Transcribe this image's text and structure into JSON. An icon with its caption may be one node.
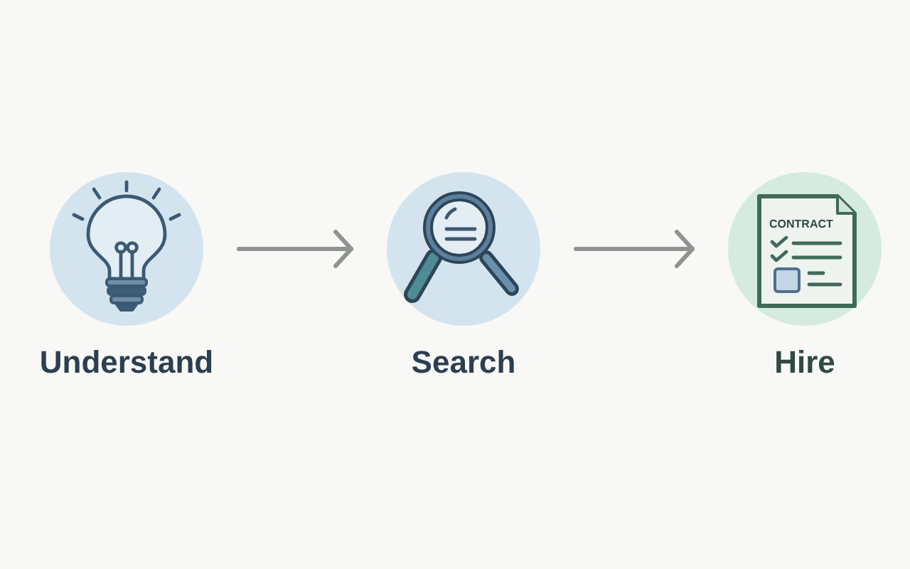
{
  "diagram": {
    "nodes": [
      {
        "text": [
          "Understand"
        ]
      },
      {
        "text": [
          "Search"
        ]
      },
      {
        "text": [
          "Hire"
        ]
      }
    ],
    "edges": [
      {
        "from": 0,
        "to": 1,
        "arrow": "to"
      },
      {
        "from": 1,
        "to": 2,
        "arrow": "to"
      }
    ],
    "labels": [
      "CONTRACT"
    ]
  }
}
